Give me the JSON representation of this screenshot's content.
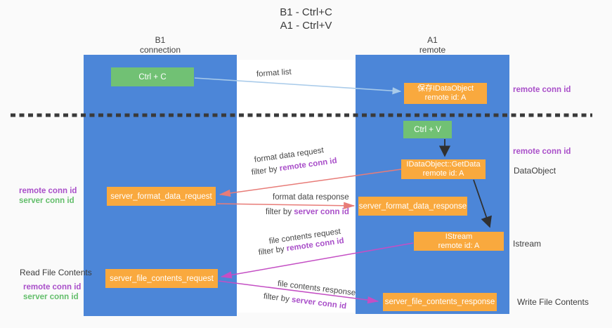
{
  "title": {
    "line1": "B1 - Ctrl+C",
    "line2": "A1 - Ctrl+V"
  },
  "columns": {
    "left": {
      "name": "B1",
      "role": "connection"
    },
    "right": {
      "name": "A1",
      "role": "remote"
    }
  },
  "nodes": {
    "ctrl_c": {
      "label": "Ctrl + C"
    },
    "ctrl_v": {
      "label": "Ctrl + V"
    },
    "save_idataobject": {
      "line1": "保存IDataObject",
      "line2": "remote id: A"
    },
    "idataobject_getdata": {
      "line1": "IDataObject::GetData",
      "line2": "remote id: A"
    },
    "istream": {
      "line1": "IStream",
      "line2": "remote id: A"
    },
    "server_format_data_request": {
      "label": "server_format_data_request"
    },
    "server_format_data_response": {
      "label": "server_format_data_response"
    },
    "server_file_contents_request": {
      "label": "server_file_contents_request"
    },
    "server_file_contents_response": {
      "label": "server_file_contents_response"
    }
  },
  "edge_labels": {
    "format_list": "format list",
    "format_data_request": "format data request",
    "format_data_response": "format data response",
    "file_contents_request": "file contents request",
    "file_contents_response": "file contents response",
    "filter_by": "filter by ",
    "remote_conn_id": "remote conn id",
    "server_conn_id": "server conn id"
  },
  "side_labels": {
    "remote_conn_id": "remote conn id",
    "server_conn_id": "server conn id",
    "read_file_contents": "Read File Contents",
    "write_file_contents": "Write File Contents",
    "data_object": "DataObject",
    "istream": "Istream"
  },
  "colors": {
    "column_blue": "#4C86D8",
    "node_green": "#71C174",
    "node_orange": "#F9A93E",
    "arrow_red": "#E87C78",
    "arrow_magenta": "#C44FC4",
    "arrow_light_blue": "#A9CBEA",
    "arrow_black": "#303030",
    "dashed_divider": "#3a3a3a",
    "id_purple": "#A94FC9",
    "id_green": "#63BE6B"
  }
}
